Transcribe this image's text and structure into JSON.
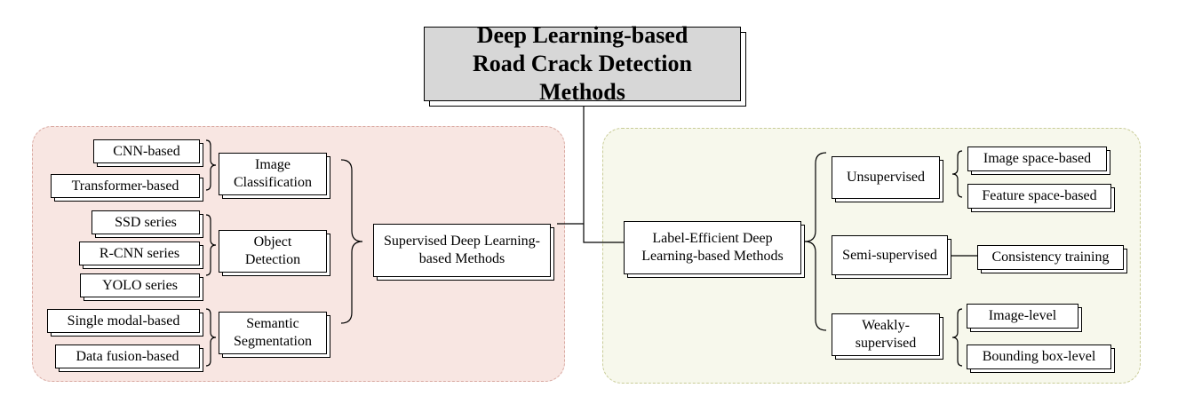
{
  "title": "Deep Learning-based Road Crack Detection Methods",
  "supervised": {
    "label": "Supervised Deep Learning-based Methods",
    "image_classification": {
      "label": "Image Classification",
      "items": [
        "CNN-based",
        "Transformer-based"
      ]
    },
    "object_detection": {
      "label": "Object Detection",
      "items": [
        "SSD series",
        "R-CNN series",
        "YOLO series"
      ]
    },
    "semantic_segmentation": {
      "label": "Semantic Segmentation",
      "items": [
        "Single modal-based",
        "Data fusion-based"
      ]
    }
  },
  "label_efficient": {
    "label": "Label-Efficient Deep Learning-based Methods",
    "unsupervised": {
      "label": "Unsupervised",
      "items": [
        "Image space-based",
        "Feature space-based"
      ]
    },
    "semi_supervised": {
      "label": "Semi-supervised",
      "items": [
        "Consistency training"
      ]
    },
    "weakly_supervised": {
      "label": "Weakly-supervised",
      "items": [
        "Image-level",
        "Bounding box-level"
      ]
    }
  },
  "colors": {
    "left_panel_fill": "#f8e6e2",
    "left_panel_border": "#d9a9a1",
    "right_panel_fill": "#f7f8ec",
    "right_panel_border": "#c9cc98",
    "root_fill": "#d7d7d7"
  }
}
